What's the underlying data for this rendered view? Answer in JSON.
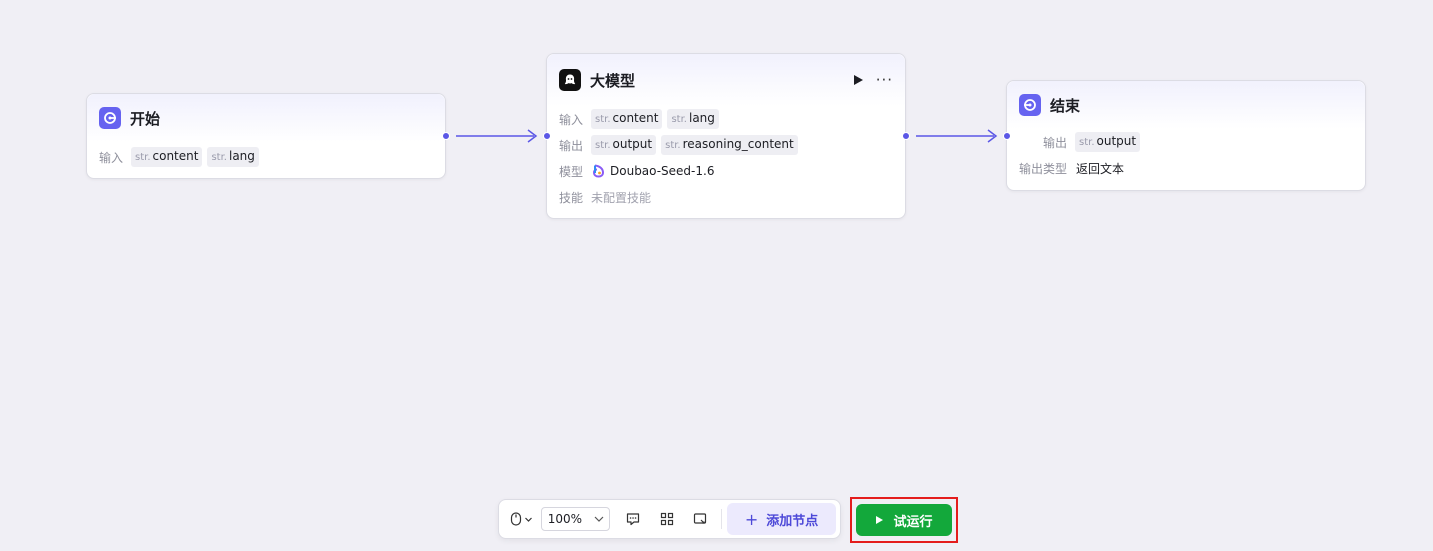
{
  "nodes": {
    "start": {
      "title": "开始",
      "input_label": "输入",
      "inputs": [
        {
          "type": "str.",
          "name": "content"
        },
        {
          "type": "str.",
          "name": "lang"
        }
      ]
    },
    "llm": {
      "title": "大模型",
      "input_label": "输入",
      "inputs": [
        {
          "type": "str.",
          "name": "content"
        },
        {
          "type": "str.",
          "name": "lang"
        }
      ],
      "output_label": "输出",
      "outputs": [
        {
          "type": "str.",
          "name": "output"
        },
        {
          "type": "str.",
          "name": "reasoning_content"
        }
      ],
      "model_label": "模型",
      "model_name": "Doubao-Seed-1.6",
      "skill_label": "技能",
      "skill_value": "未配置技能"
    },
    "end": {
      "title": "结束",
      "output_label": "输出",
      "outputs": [
        {
          "type": "str.",
          "name": "output"
        }
      ],
      "output_type_label": "输出类型",
      "output_type_value": "返回文本"
    }
  },
  "toolbar": {
    "zoom": "100%",
    "add_node_label": "添加节点",
    "run_label": "试运行"
  },
  "colors": {
    "canvas_bg": "#f0eff5",
    "accent": "#5b57e6",
    "run_green": "#13a83b",
    "highlight_red": "#e41c1c"
  }
}
